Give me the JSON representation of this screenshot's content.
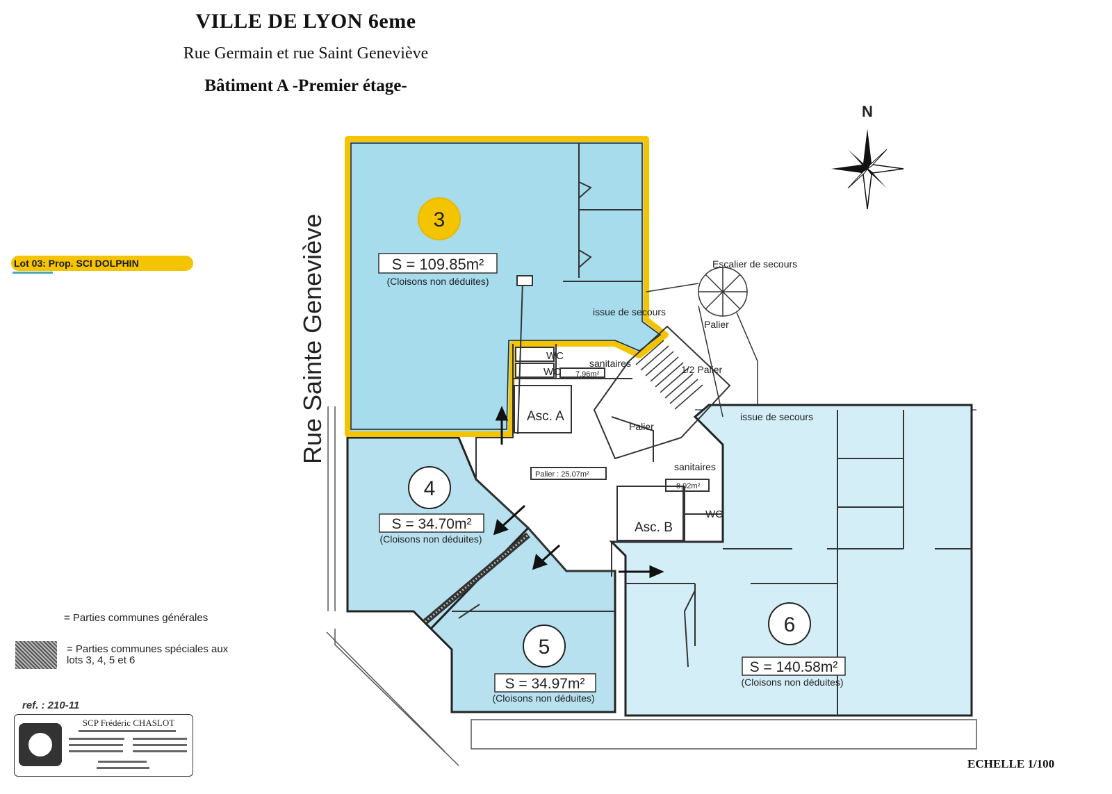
{
  "header": {
    "title": "VILLE DE LYON 6eme",
    "subtitle": "Rue Germain et rue Saint Geneviève",
    "floor": "Bâtiment A -Premier étage-"
  },
  "lot_badge": "Lot 03: Prop. SCI DOLPHIN",
  "street_label": "Rue Sainte Geneviève",
  "compass": {
    "north": "N",
    "icon": "compass-rose-icon"
  },
  "lots": [
    {
      "number": "3",
      "area": "S = 109.85m²",
      "note": "(Cloisons non déduites)"
    },
    {
      "number": "4",
      "area": "S = 34.70m²",
      "note": "(Cloisons non déduites)"
    },
    {
      "number": "5",
      "area": "S = 34.97m²",
      "note": "(Cloisons non déduites)"
    },
    {
      "number": "6",
      "area": "S = 140.58m²",
      "note": "(Cloisons non déduites)"
    }
  ],
  "rooms": {
    "escalier": "Escalier de secours",
    "issue_top": "issue de secours",
    "palier_top": "Palier",
    "demi_palier": "1/2 Palier",
    "wc1": "WC",
    "wc2": "WC",
    "sanitaires_top": "sanitaires",
    "sanitaires_top_area": "7.96m²",
    "asc_a": "Asc. A",
    "palier_mid": "Palier",
    "issue_right": "issue de secours",
    "palier_center": "Palier : 25.07m²",
    "sanitaires_right": "sanitaires",
    "sanitaires_right_area": "8.92m²",
    "wc3": "WC",
    "asc_b": "Asc. B"
  },
  "legend": {
    "general": "= Parties communes générales",
    "special": "= Parties communes spéciales aux lots 3, 4, 5 et 6"
  },
  "ref": "ref. : 210-11",
  "stamp": {
    "name": "SCP Frédéric CHASLOT"
  },
  "scale": "ECHELLE 1/100",
  "colors": {
    "lot3_fill": "#a7dced",
    "lot45_fill": "#b7e1ef",
    "lot6_fill": "#d4eef7",
    "highlight": "#f5c400"
  }
}
